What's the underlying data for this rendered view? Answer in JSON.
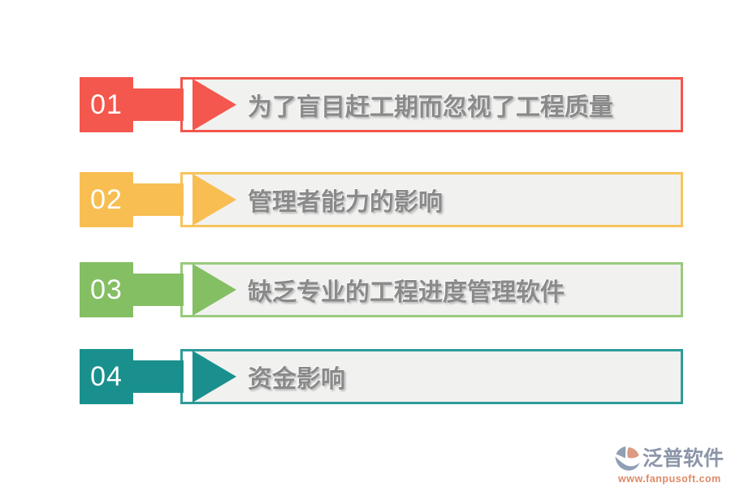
{
  "items": [
    {
      "number": "01",
      "label": "为了盲目赶工期而忽视了工程质量",
      "color": "#F4574D",
      "border_color": "#F3564D"
    },
    {
      "number": "02",
      "label": "管理者能力的影响",
      "color": "#F8BE52",
      "border_color": "#F7C45C"
    },
    {
      "number": "03",
      "label": "缺乏专业的工程进度管理软件",
      "color": "#84BF63",
      "border_color": "#9ACA7D"
    },
    {
      "number": "04",
      "label": "资金影响",
      "color": "#19908E",
      "border_color": "#2E9B99"
    }
  ],
  "styles": {
    "banner_background": "#F1F1F0",
    "label_color": "#8A8A8A",
    "number_color": "#FFFFFF",
    "page_background": "#FFFFFF"
  },
  "footer": {
    "brand": "泛普软件",
    "url": "www.fanpusoft.com",
    "brand_color": "#8C96A9",
    "url_color": "#DF8A68",
    "icon": "fanpu-swirl-icon",
    "icon_colors": {
      "main": "#8FA0B5",
      "accent": "#DB9B82"
    }
  }
}
